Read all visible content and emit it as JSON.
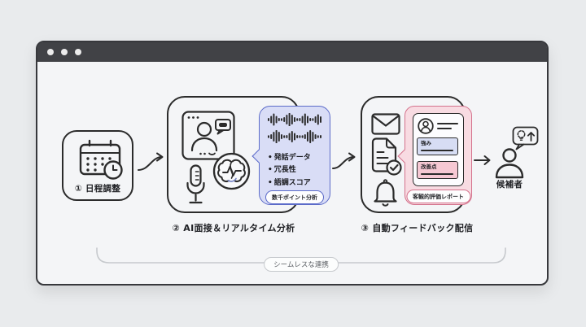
{
  "window": {
    "control_dots": 3
  },
  "steps": [
    {
      "label": "① 日程調整",
      "icon": "calendar-clock-icon"
    },
    {
      "label": "② AI面接＆リアルタイム分析",
      "icons": [
        "video-call-window-icon",
        "microphone-icon",
        "ai-brain-icon"
      ],
      "analysis_bubble": {
        "icon": "audio-waveform-icon",
        "bullet_char": "•",
        "bullets": [
          "発話データ",
          "冗長性",
          "語調スコア"
        ],
        "badge": "数千ポイント分析"
      }
    },
    {
      "label": "③ 自動フィードバック配信",
      "icons": [
        "mail-icon",
        "document-check-icon",
        "bell-icon"
      ],
      "report_bubble": {
        "strengths_label": "強み",
        "improvements_label": "改善点",
        "badge": "客観的評価レポート"
      }
    }
  ],
  "candidate": {
    "label": "候補者",
    "icon": "person-icon",
    "idea_icon": "idea-bubble-icon"
  },
  "footer": {
    "connection_label": "シームレスな連携"
  },
  "colors": {
    "page_bg": "#e9ebed",
    "window_bg": "#f4f5f7",
    "line": "#2b2b2b",
    "titlebar_bg": "#414246",
    "accent_purple": "#5c6bc9",
    "purple_fill": "#d9ddf6",
    "accent_pink": "#d4728c",
    "pink_fill": "#f8dbe2",
    "strength_fill": "#d7ddf4",
    "improvement_fill": "#f6c8d3",
    "bracket_line": "#c6c9cd"
  }
}
